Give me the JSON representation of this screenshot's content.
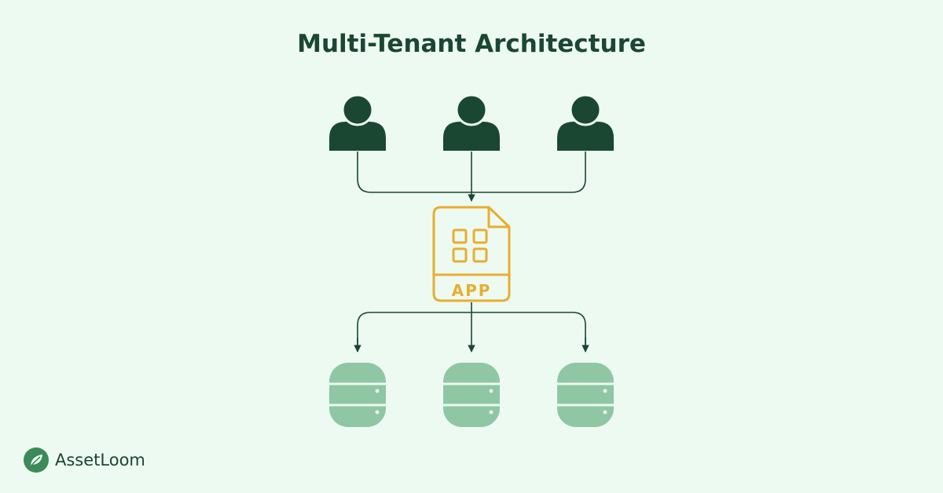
{
  "title": "Multi-Tenant Architecture",
  "app_label": "APP",
  "tenants": [
    {
      "icon": "user-icon"
    },
    {
      "icon": "user-icon"
    },
    {
      "icon": "user-icon"
    }
  ],
  "databases": [
    {
      "icon": "database-icon"
    },
    {
      "icon": "database-icon"
    },
    {
      "icon": "database-icon"
    }
  ],
  "brand": {
    "name": "AssetLoom",
    "icon": "leaf-logo-icon"
  },
  "colors": {
    "background": "#EDFAF1",
    "primary": "#1A4731",
    "app": "#E8AE2E",
    "database": "#8FC7A4"
  }
}
